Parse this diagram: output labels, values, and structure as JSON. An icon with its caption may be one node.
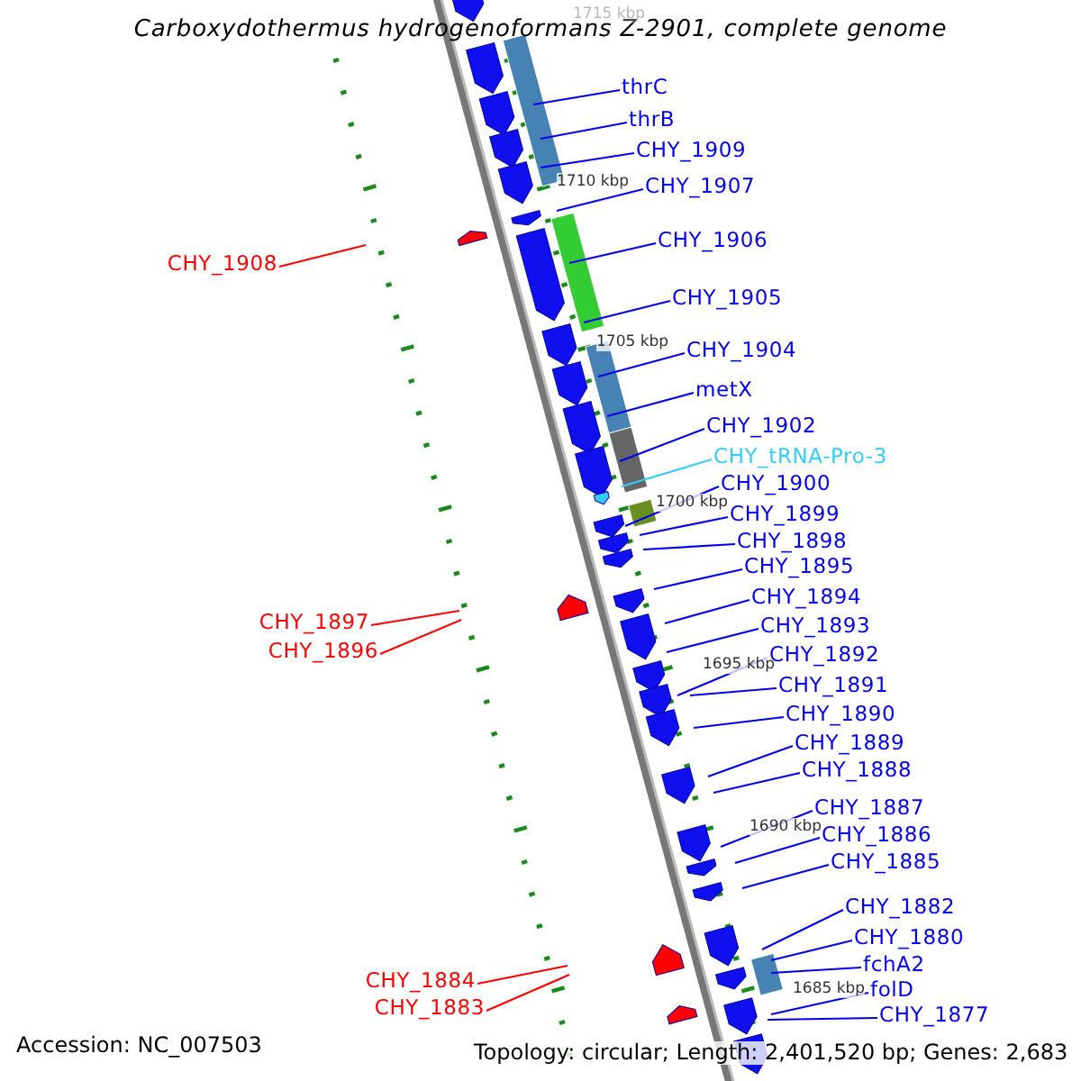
{
  "diagram": {
    "title": "Carboxydothermus hydrogenoformans Z-2901, complete genome",
    "nodes": [
      {
        "text": [
          "thrC"
        ]
      },
      {
        "text": [
          "thrB"
        ]
      },
      {
        "text": [
          "CHY_1909"
        ]
      },
      {
        "text": [
          "CHY_1907"
        ]
      },
      {
        "text": [
          "CHY_1906"
        ]
      },
      {
        "text": [
          "CHY_1905"
        ]
      },
      {
        "text": [
          "CHY_1904"
        ]
      },
      {
        "text": [
          "metX"
        ]
      },
      {
        "text": [
          "CHY_1902"
        ]
      },
      {
        "text": [
          "CHY_tRNA-Pro-3"
        ]
      },
      {
        "text": [
          "CHY_1900"
        ]
      },
      {
        "text": [
          "CHY_1899"
        ]
      },
      {
        "text": [
          "CHY_1898"
        ]
      },
      {
        "text": [
          "CHY_1895"
        ]
      },
      {
        "text": [
          "CHY_1894"
        ]
      },
      {
        "text": [
          "CHY_1893"
        ]
      },
      {
        "text": [
          "CHY_1892"
        ]
      },
      {
        "text": [
          "CHY_1891"
        ]
      },
      {
        "text": [
          "CHY_1890"
        ]
      },
      {
        "text": [
          "CHY_1889"
        ]
      },
      {
        "text": [
          "CHY_1888"
        ]
      },
      {
        "text": [
          "CHY_1887"
        ]
      },
      {
        "text": [
          "CHY_1886"
        ]
      },
      {
        "text": [
          "CHY_1885"
        ]
      },
      {
        "text": [
          "CHY_1882"
        ]
      },
      {
        "text": [
          "CHY_1880"
        ]
      },
      {
        "text": [
          "fchA2"
        ]
      },
      {
        "text": [
          "folD"
        ]
      },
      {
        "text": [
          "CHY_1877"
        ]
      },
      {
        "text": [
          "CHY_1908"
        ]
      },
      {
        "text": [
          "CHY_1897"
        ]
      },
      {
        "text": [
          "CHY_1896"
        ]
      },
      {
        "text": [
          "CHY_1884"
        ]
      },
      {
        "text": [
          "CHY_1883"
        ]
      }
    ],
    "edges": [
      {
        "from": 0,
        "to": null,
        "arrow": "none"
      },
      {
        "from": 1,
        "to": null,
        "arrow": "none"
      },
      {
        "from": 2,
        "to": null,
        "arrow": "none"
      },
      {
        "from": 3,
        "to": null,
        "arrow": "none"
      },
      {
        "from": 4,
        "to": null,
        "arrow": "none"
      },
      {
        "from": 5,
        "to": null,
        "arrow": "none"
      },
      {
        "from": 6,
        "to": null,
        "arrow": "none"
      },
      {
        "from": 7,
        "to": null,
        "arrow": "none"
      },
      {
        "from": 8,
        "to": null,
        "arrow": "none"
      },
      {
        "from": 9,
        "to": null,
        "arrow": "none",
        "color": "#33ccff"
      },
      {
        "from": 10,
        "to": null,
        "arrow": "none"
      },
      {
        "from": 11,
        "to": null,
        "arrow": "none"
      },
      {
        "from": 12,
        "to": null,
        "arrow": "none"
      },
      {
        "from": 13,
        "to": null,
        "arrow": "none"
      },
      {
        "from": 14,
        "to": null,
        "arrow": "none"
      },
      {
        "from": 15,
        "to": null,
        "arrow": "none"
      },
      {
        "from": 16,
        "to": null,
        "arrow": "none"
      },
      {
        "from": 17,
        "to": null,
        "arrow": "none"
      },
      {
        "from": 18,
        "to": null,
        "arrow": "none"
      },
      {
        "from": 19,
        "to": null,
        "arrow": "none"
      },
      {
        "from": 20,
        "to": null,
        "arrow": "none"
      },
      {
        "from": 21,
        "to": null,
        "arrow": "none"
      },
      {
        "from": 22,
        "to": null,
        "arrow": "none"
      },
      {
        "from": 23,
        "to": null,
        "arrow": "none"
      },
      {
        "from": 24,
        "to": null,
        "arrow": "none"
      },
      {
        "from": 25,
        "to": null,
        "arrow": "none"
      },
      {
        "from": 26,
        "to": null,
        "arrow": "none"
      },
      {
        "from": 27,
        "to": null,
        "arrow": "none"
      },
      {
        "from": 28,
        "to": null,
        "arrow": "none"
      },
      {
        "from": 29,
        "to": null,
        "arrow": "none",
        "color": "#ff0000"
      },
      {
        "from": 30,
        "to": null,
        "arrow": "none",
        "color": "#ff0000"
      },
      {
        "from": 31,
        "to": null,
        "arrow": "none",
        "color": "#ff0000"
      },
      {
        "from": 32,
        "to": null,
        "arrow": "none",
        "color": "#ff0000"
      },
      {
        "from": 33,
        "to": null,
        "arrow": "none",
        "color": "#ff0000"
      }
    ],
    "labels": [
      "1715 kbp",
      "1710 kbp",
      "1705 kbp",
      "1700 kbp",
      "1695 kbp",
      "1690 kbp",
      "1685 kbp",
      "Accession: NC_007503",
      "Topology: circular; Length: 2,401,520 bp; Genes: 2,683"
    ]
  }
}
